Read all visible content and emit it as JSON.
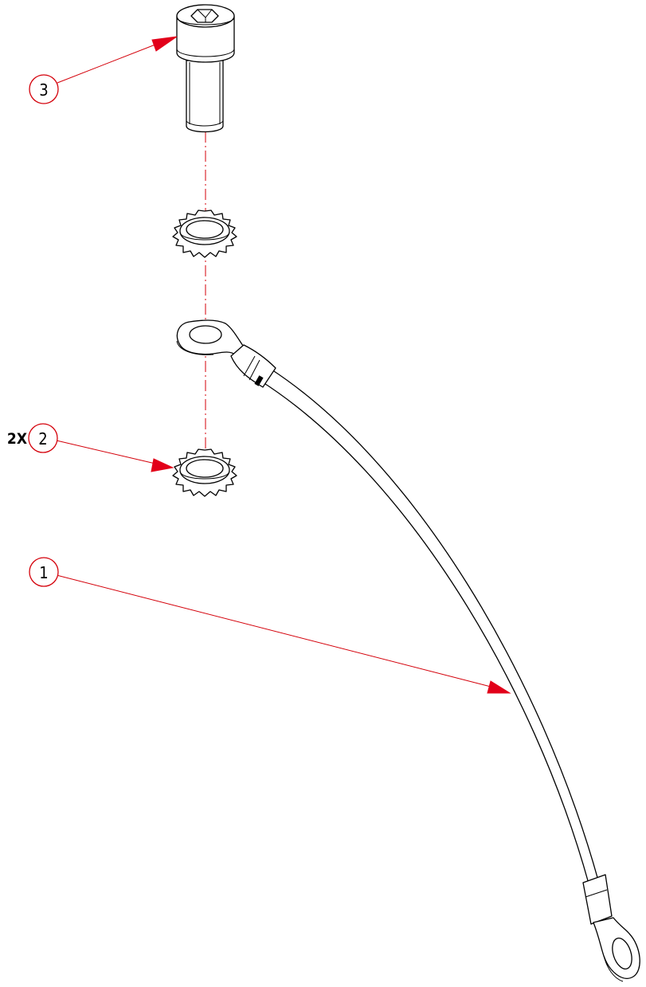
{
  "callouts": {
    "screw": {
      "item": "3"
    },
    "washer": {
      "item": "2",
      "quantity": "2X"
    },
    "cable": {
      "item": "1"
    }
  },
  "colors": {
    "leader_line": "#d4000a",
    "arrowhead": "#e2001a",
    "part_outline": "#000000",
    "background": "#ffffff"
  }
}
